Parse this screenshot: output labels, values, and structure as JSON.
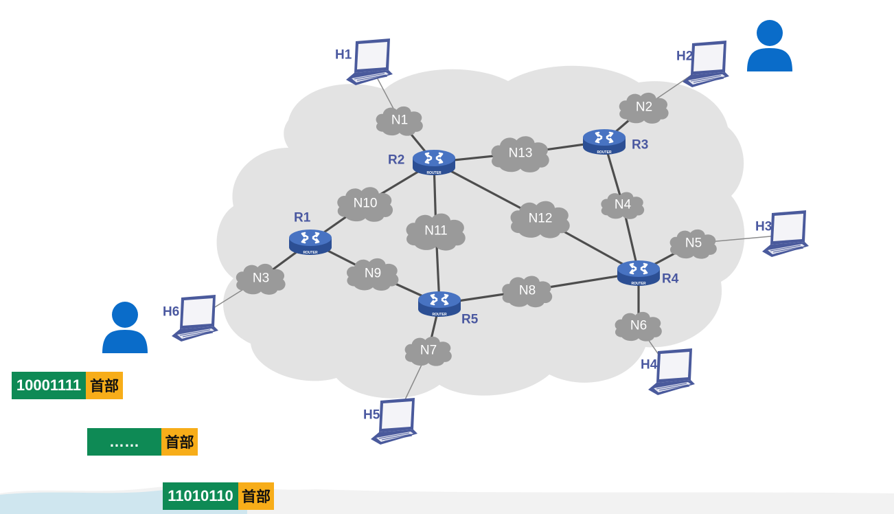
{
  "colors": {
    "cloud_bg": "#e3e3e3",
    "network_cloud": "#9a9a9a",
    "router_blue": "#3d67b5",
    "label_blue": "#4a58a0",
    "user_blue": "#0a6cc9",
    "packet_data": "#0e8a55",
    "packet_header": "#f7ad19"
  },
  "hosts": [
    {
      "id": "H1",
      "label": "H1",
      "icon": "laptop-icon"
    },
    {
      "id": "H2",
      "label": "H2",
      "icon": "laptop-icon"
    },
    {
      "id": "H3",
      "label": "H3",
      "icon": "laptop-icon"
    },
    {
      "id": "H4",
      "label": "H4",
      "icon": "laptop-icon"
    },
    {
      "id": "H5",
      "label": "H5",
      "icon": "laptop-icon"
    },
    {
      "id": "H6",
      "label": "H6",
      "icon": "laptop-icon"
    }
  ],
  "routers": [
    {
      "id": "R1",
      "label": "R1",
      "icon": "router-icon",
      "caption": "ROUTER"
    },
    {
      "id": "R2",
      "label": "R2",
      "icon": "router-icon",
      "caption": "ROUTER"
    },
    {
      "id": "R3",
      "label": "R3",
      "icon": "router-icon",
      "caption": "ROUTER"
    },
    {
      "id": "R4",
      "label": "R4",
      "icon": "router-icon",
      "caption": "ROUTER"
    },
    {
      "id": "R5",
      "label": "R5",
      "icon": "router-icon",
      "caption": "ROUTER"
    }
  ],
  "networks": [
    {
      "id": "N1",
      "label": "N1"
    },
    {
      "id": "N2",
      "label": "N2"
    },
    {
      "id": "N3",
      "label": "N3"
    },
    {
      "id": "N4",
      "label": "N4"
    },
    {
      "id": "N5",
      "label": "N5"
    },
    {
      "id": "N6",
      "label": "N6"
    },
    {
      "id": "N7",
      "label": "N7"
    },
    {
      "id": "N8",
      "label": "N8"
    },
    {
      "id": "N9",
      "label": "N9"
    },
    {
      "id": "N10",
      "label": "N10"
    },
    {
      "id": "N11",
      "label": "N11"
    },
    {
      "id": "N12",
      "label": "N12"
    },
    {
      "id": "N13",
      "label": "N13"
    }
  ],
  "links": [
    [
      "H1",
      "N1"
    ],
    [
      "N1",
      "R2"
    ],
    [
      "R2",
      "N13"
    ],
    [
      "N13",
      "R3"
    ],
    [
      "R3",
      "N2"
    ],
    [
      "N2",
      "H2"
    ],
    [
      "R3",
      "N4"
    ],
    [
      "N4",
      "R4"
    ],
    [
      "R4",
      "N5"
    ],
    [
      "N5",
      "H3"
    ],
    [
      "R4",
      "N6"
    ],
    [
      "N6",
      "H4"
    ],
    [
      "R2",
      "N12"
    ],
    [
      "N12",
      "R4"
    ],
    [
      "R2",
      "N10"
    ],
    [
      "N10",
      "R1"
    ],
    [
      "R2",
      "N11"
    ],
    [
      "N11",
      "R5"
    ],
    [
      "R1",
      "N9"
    ],
    [
      "N9",
      "R5"
    ],
    [
      "R5",
      "N8"
    ],
    [
      "N8",
      "R4"
    ],
    [
      "R5",
      "N7"
    ],
    [
      "N7",
      "H5"
    ],
    [
      "R1",
      "N3"
    ],
    [
      "N3",
      "H6"
    ]
  ],
  "users": [
    {
      "id": "user-top-right",
      "icon": "user-icon"
    },
    {
      "id": "user-left",
      "icon": "user-icon"
    }
  ],
  "packets": [
    {
      "data": "10001111",
      "header": "首部"
    },
    {
      "data": "……",
      "header": "首部"
    },
    {
      "data": "11010110",
      "header": "首部"
    }
  ]
}
